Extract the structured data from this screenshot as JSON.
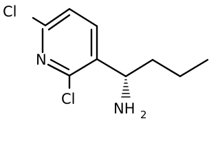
{
  "molecule": {
    "atoms": {
      "cl_top": "Cl",
      "n_ring": "N",
      "cl_bottom": "Cl",
      "amine_n": "NH",
      "amine_h_count": "2"
    },
    "colors": {
      "bond": "#000000",
      "label": "#000000",
      "background": "#ffffff"
    }
  }
}
